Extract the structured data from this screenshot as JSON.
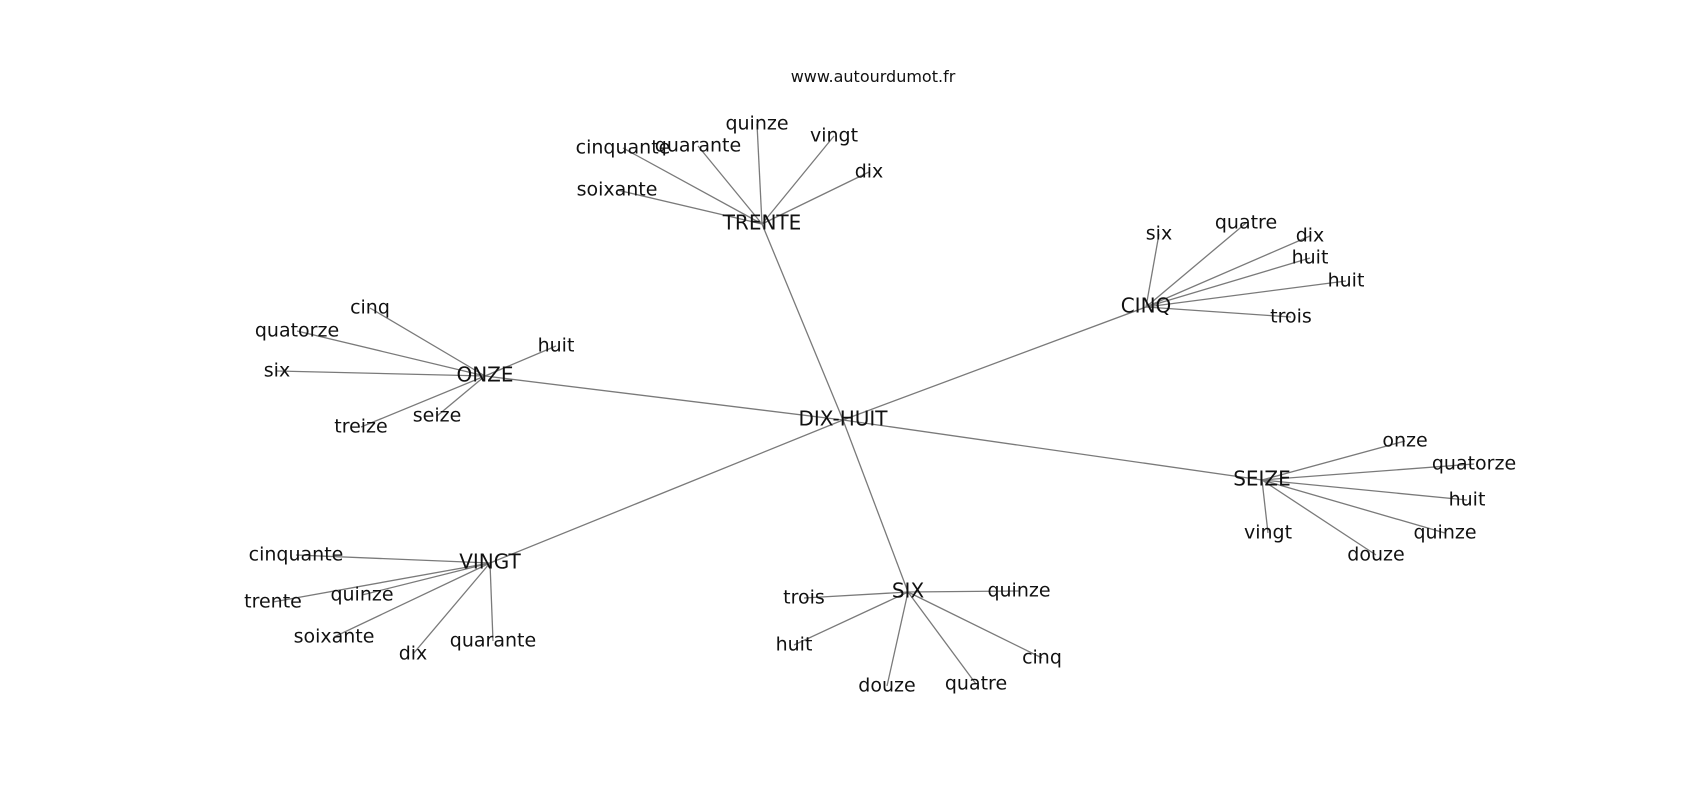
{
  "watermark": "www.autourdumot.fr",
  "colors": {
    "edge": "#7a7a7a",
    "text": "#111111",
    "background": "#ffffff"
  },
  "graph": {
    "center": "DIX-HUIT",
    "hubs": [
      {
        "id": "trente",
        "label": "TRENTE",
        "leaves": [
          "soixante",
          "cinquante",
          "quarante",
          "quinze",
          "vingt",
          "dix"
        ]
      },
      {
        "id": "onze",
        "label": "ONZE",
        "leaves": [
          "cinq",
          "quatorze",
          "six",
          "huit",
          "treize",
          "seize"
        ]
      },
      {
        "id": "cinq",
        "label": "CINQ",
        "leaves": [
          "six",
          "quatre",
          "dix",
          "huit",
          "huit",
          "trois"
        ]
      },
      {
        "id": "seize",
        "label": "SEIZE",
        "leaves": [
          "onze",
          "quatorze",
          "huit",
          "quinze",
          "douze",
          "vingt"
        ]
      },
      {
        "id": "vingt",
        "label": "VINGT",
        "leaves": [
          "cinquante",
          "trente",
          "quinze",
          "soixante",
          "dix",
          "quarante"
        ]
      },
      {
        "id": "six",
        "label": "SIX",
        "leaves": [
          "trois",
          "quinze",
          "huit",
          "douze",
          "quatre",
          "cinq"
        ]
      }
    ]
  }
}
